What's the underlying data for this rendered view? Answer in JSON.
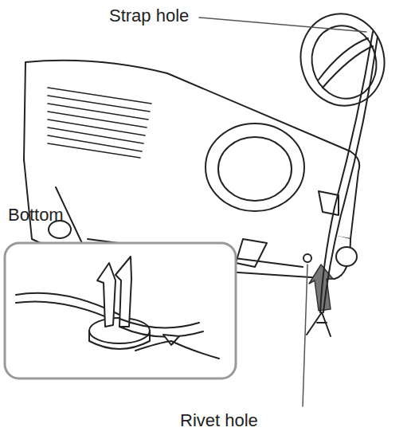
{
  "diagram": {
    "labels": [
      "Strap hole",
      "Bottom",
      "Rivet hole"
    ]
  }
}
